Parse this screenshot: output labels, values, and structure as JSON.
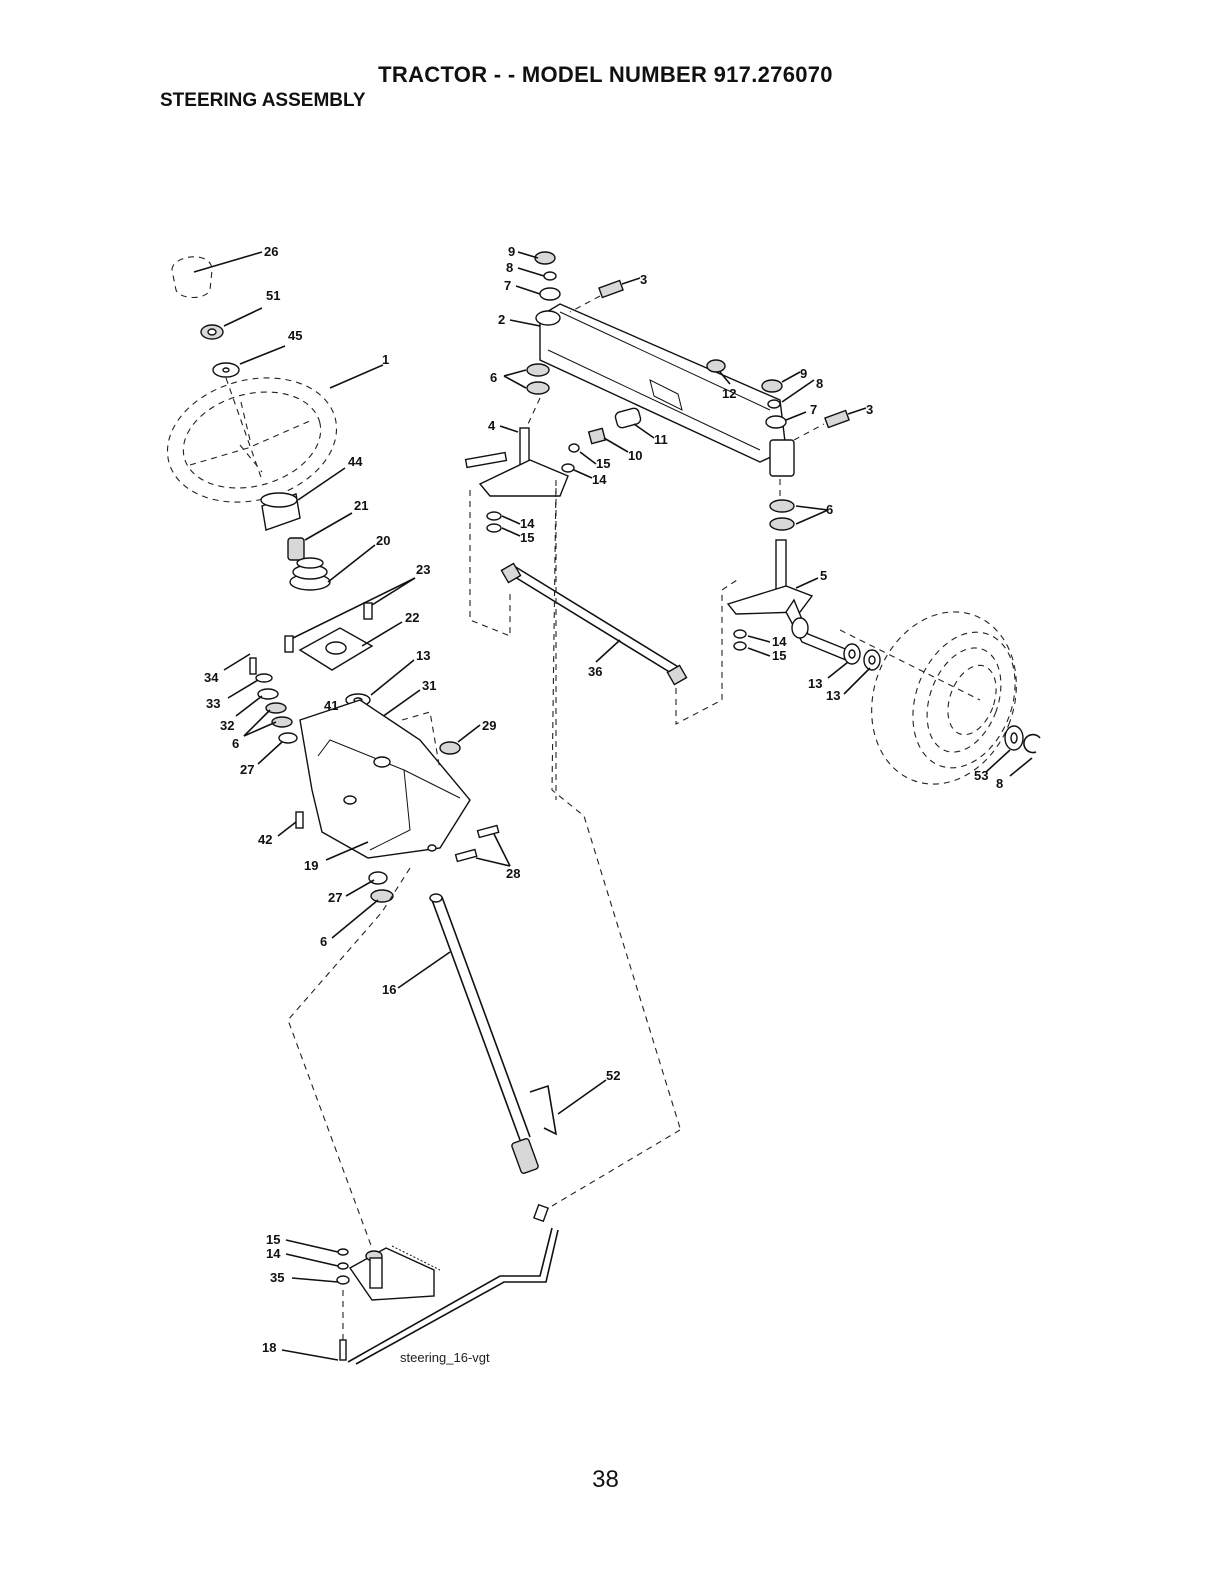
{
  "page": {
    "title": "TRACTOR - - MODEL NUMBER 917.276070",
    "subtitle": "STEERING ASSEMBLY",
    "page_number": "38",
    "drawing_code": "steering_16-vgt"
  },
  "callouts": [
    {
      "id": "c26",
      "text": "26"
    },
    {
      "id": "c51",
      "text": "51"
    },
    {
      "id": "c45",
      "text": "45"
    },
    {
      "id": "c1",
      "text": "1"
    },
    {
      "id": "c44",
      "text": "44"
    },
    {
      "id": "c21",
      "text": "21"
    },
    {
      "id": "c20",
      "text": "20"
    },
    {
      "id": "c23",
      "text": "23"
    },
    {
      "id": "c22",
      "text": "22"
    },
    {
      "id": "c13a",
      "text": "13"
    },
    {
      "id": "c31",
      "text": "31"
    },
    {
      "id": "c41",
      "text": "41"
    },
    {
      "id": "c34",
      "text": "34"
    },
    {
      "id": "c33",
      "text": "33"
    },
    {
      "id": "c32",
      "text": "32"
    },
    {
      "id": "c6a",
      "text": "6"
    },
    {
      "id": "c27a",
      "text": "27"
    },
    {
      "id": "c29",
      "text": "29"
    },
    {
      "id": "c42",
      "text": "42"
    },
    {
      "id": "c19",
      "text": "19"
    },
    {
      "id": "c28",
      "text": "28"
    },
    {
      "id": "c27b",
      "text": "27"
    },
    {
      "id": "c6b",
      "text": "6"
    },
    {
      "id": "c16",
      "text": "16"
    },
    {
      "id": "c52",
      "text": "52"
    },
    {
      "id": "c15a",
      "text": "15"
    },
    {
      "id": "c14a",
      "text": "14"
    },
    {
      "id": "c35",
      "text": "35"
    },
    {
      "id": "c18",
      "text": "18"
    },
    {
      "id": "c9a",
      "text": "9"
    },
    {
      "id": "c8a",
      "text": "8"
    },
    {
      "id": "c7a",
      "text": "7"
    },
    {
      "id": "c3a",
      "text": "3"
    },
    {
      "id": "c2",
      "text": "2"
    },
    {
      "id": "c6c",
      "text": "6"
    },
    {
      "id": "c12",
      "text": "12"
    },
    {
      "id": "c4",
      "text": "4"
    },
    {
      "id": "c11",
      "text": "11"
    },
    {
      "id": "c10",
      "text": "10"
    },
    {
      "id": "c15b",
      "text": "15"
    },
    {
      "id": "c14b",
      "text": "14"
    },
    {
      "id": "c14c",
      "text": "14"
    },
    {
      "id": "c15c",
      "text": "15"
    },
    {
      "id": "c36",
      "text": "36"
    },
    {
      "id": "c9b",
      "text": "9"
    },
    {
      "id": "c8b",
      "text": "8"
    },
    {
      "id": "c7b",
      "text": "7"
    },
    {
      "id": "c3b",
      "text": "3"
    },
    {
      "id": "c6d",
      "text": "6"
    },
    {
      "id": "c5",
      "text": "5"
    },
    {
      "id": "c14d",
      "text": "14"
    },
    {
      "id": "c15d",
      "text": "15"
    },
    {
      "id": "c13b",
      "text": "13"
    },
    {
      "id": "c13c",
      "text": "13"
    },
    {
      "id": "c53",
      "text": "53"
    },
    {
      "id": "c8c",
      "text": "8"
    }
  ]
}
